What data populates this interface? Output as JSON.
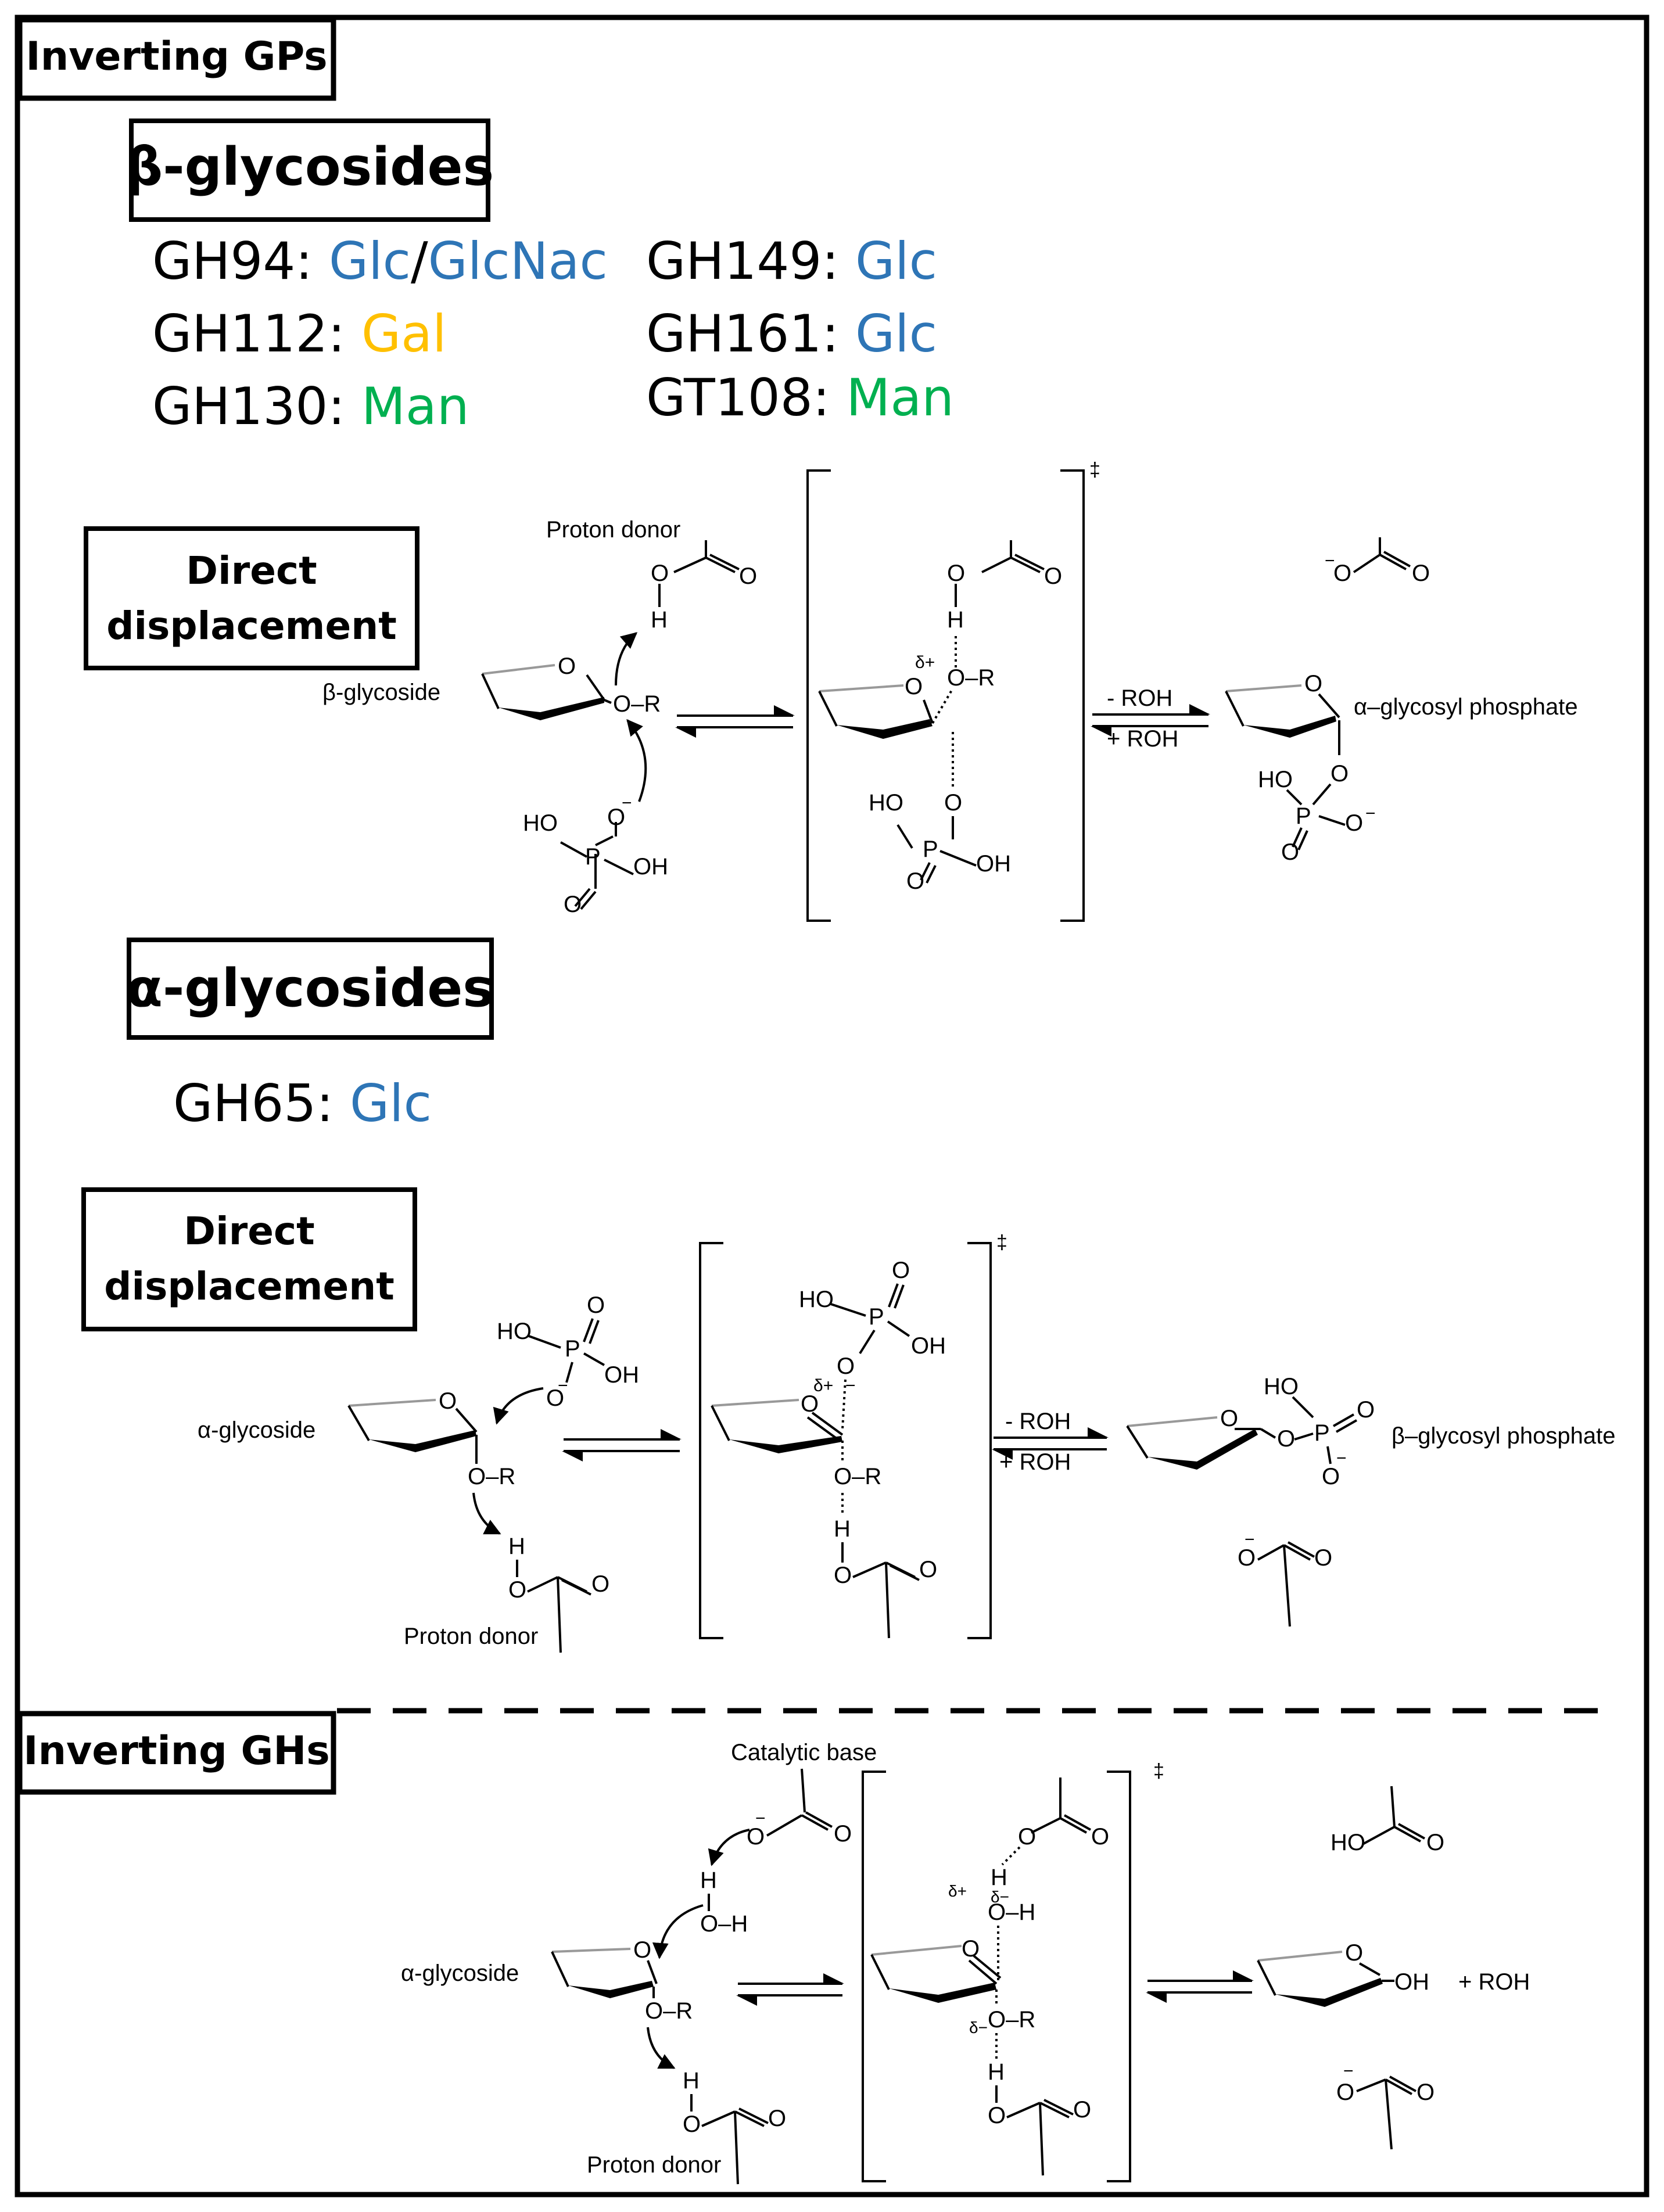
{
  "colors": {
    "blue": "#2E75B6",
    "orange": "#FFC000",
    "green": "#00B050",
    "black": "#000000"
  },
  "panels": {
    "gp": {
      "label": "Inverting GPs"
    },
    "gh": {
      "label": "Inverting GHs"
    }
  },
  "beta": {
    "heading": "β-glycosides",
    "families": [
      {
        "code": "GH94:",
        "substrates": [
          {
            "text": "Glc",
            "color": "blue"
          },
          {
            "text": "/",
            "color": "black"
          },
          {
            "text": "GlcNac",
            "color": "blue"
          }
        ]
      },
      {
        "code": "GH112:",
        "substrates": [
          {
            "text": "Gal",
            "color": "orange"
          }
        ]
      },
      {
        "code": "GH130:",
        "substrates": [
          {
            "text": "Man",
            "color": "green"
          }
        ]
      },
      {
        "code": "GH149:",
        "substrates": [
          {
            "text": "Glc",
            "color": "blue"
          }
        ]
      },
      {
        "code": "GH161:",
        "substrates": [
          {
            "text": "Glc",
            "color": "blue"
          }
        ]
      },
      {
        "code": "GT108:",
        "substrates": [
          {
            "text": "Man",
            "color": "green"
          }
        ]
      }
    ],
    "mechanism_label": [
      "Direct",
      "displacement"
    ]
  },
  "alpha": {
    "heading": "α-glycosides",
    "families": [
      {
        "code": "GH65:",
        "substrates": [
          {
            "text": "Glc",
            "color": "blue"
          }
        ]
      }
    ],
    "mechanism_label": [
      "Direct",
      "displacement"
    ]
  },
  "scheme_beta_gp": {
    "proton_donor": "Proton donor",
    "substrate": "β-glycoside",
    "product": "α–glycosyl phosphate",
    "arrow_top": "- ROH",
    "arrow_bottom": "+ ROH",
    "ts_mark": "‡",
    "delta_plus": "δ+"
  },
  "scheme_alpha_gp": {
    "substrate": "α-glycoside",
    "proton_donor": "Proton donor",
    "product": "β–glycosyl phosphate",
    "arrow_top": "- ROH",
    "arrow_bottom": "+ ROH",
    "ts_mark": "‡",
    "delta_plus": "δ+"
  },
  "scheme_gh": {
    "catalytic_base": "Catalytic base",
    "substrate": "α-glycoside",
    "proton_donor": "Proton donor",
    "product_oh": "OH",
    "plus_roh": "+ ROH",
    "ts_mark": "‡",
    "delta_plus": "δ+",
    "delta_minus_1": "δ−",
    "delta_minus_2": "δ−"
  }
}
